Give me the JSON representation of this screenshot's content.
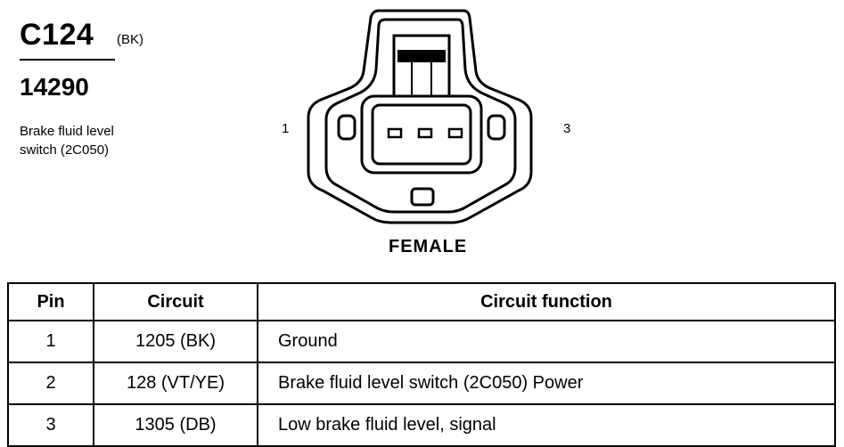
{
  "connector": {
    "id": "C124",
    "color_code": "(BK)",
    "part_number": "14290",
    "description_line1": "Brake fluid level",
    "description_line2": "switch (2C050)"
  },
  "diagram": {
    "pin_left_label": "1",
    "pin_right_label": "3",
    "gender": "FEMALE"
  },
  "table": {
    "headers": {
      "pin": "Pin",
      "circuit": "Circuit",
      "function": "Circuit function"
    },
    "rows": [
      {
        "pin": "1",
        "circuit": "1205 (BK)",
        "function": "Ground"
      },
      {
        "pin": "2",
        "circuit": "128 (VT/YE)",
        "function": "Brake fluid level switch (2C050) Power"
      },
      {
        "pin": "3",
        "circuit": "1305 (DB)",
        "function": "Low brake fluid level, signal"
      }
    ]
  }
}
